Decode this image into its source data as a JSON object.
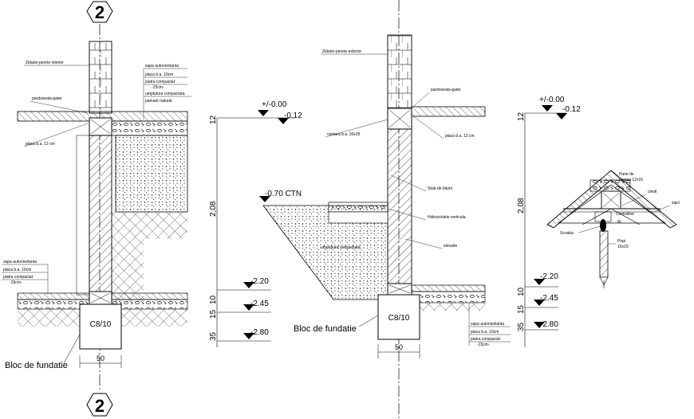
{
  "axis_markers": [
    "2",
    "2"
  ],
  "left_section": {
    "labels": {
      "zidarie": "Zidarie-perete interior",
      "pardoseala": "pardoseala-gater",
      "placa": "placa b.a. 12 cm",
      "layers_top": [
        "sapa autonivelanta",
        "placa b.a. 10cm",
        "piatra compactat",
        "-15cm-",
        "umplutura compactata",
        "pamant natural"
      ],
      "layers_bottom": [
        "sapa autonivelanta",
        "placa b.a. 10cm",
        "piatra compactat",
        "-15cm-"
      ],
      "footing": "C8/10",
      "bloc": "Bloc de fundatie",
      "width": "50"
    }
  },
  "center_section": {
    "levels": [
      "+/-0.00",
      "-0.12",
      "-0.70 CTN",
      "-2.20",
      "-2.45",
      "-2.80"
    ],
    "dims": [
      "12",
      "2,08",
      "10",
      "15",
      "35"
    ],
    "labels": {
      "zidarie": "Zidarie-perete exterior",
      "pardoseala": "pardoseala-gater",
      "centura": "centura b.a. 30x25",
      "placa": "placa b.a. 12 cm",
      "bitum": "Strat de bitum",
      "hidro": "Hidroizolatie verticala",
      "elevatie": "elevatie",
      "umplutura": "umplutura compactata",
      "footing": "C8/10",
      "bloc": "Bloc de fundatie",
      "width": "50",
      "layers": [
        "sapa autonivelanta",
        "placa b.a. 10cm",
        "piatra compactat",
        "-15cm-"
      ]
    }
  },
  "right_section": {
    "levels": [
      "+/-0.00",
      "-0.12",
      "-2.20",
      "-2.45",
      "-2.80"
    ],
    "dims": [
      "12",
      "2,08",
      "10",
      "15",
      "35"
    ],
    "labels": {
      "pane": "Pane de",
      "coama": "coama 12x15",
      "clesti": "clesti",
      "sipci": "sipci",
      "contrafise": "Contrafise",
      "scoaba": "Scoaba",
      "popi": "Popi",
      "popi_dim": "15x15",
      "m": "M"
    }
  },
  "colors": {
    "line": "#000000",
    "background": "#ffffff",
    "hatch": "#333333"
  }
}
